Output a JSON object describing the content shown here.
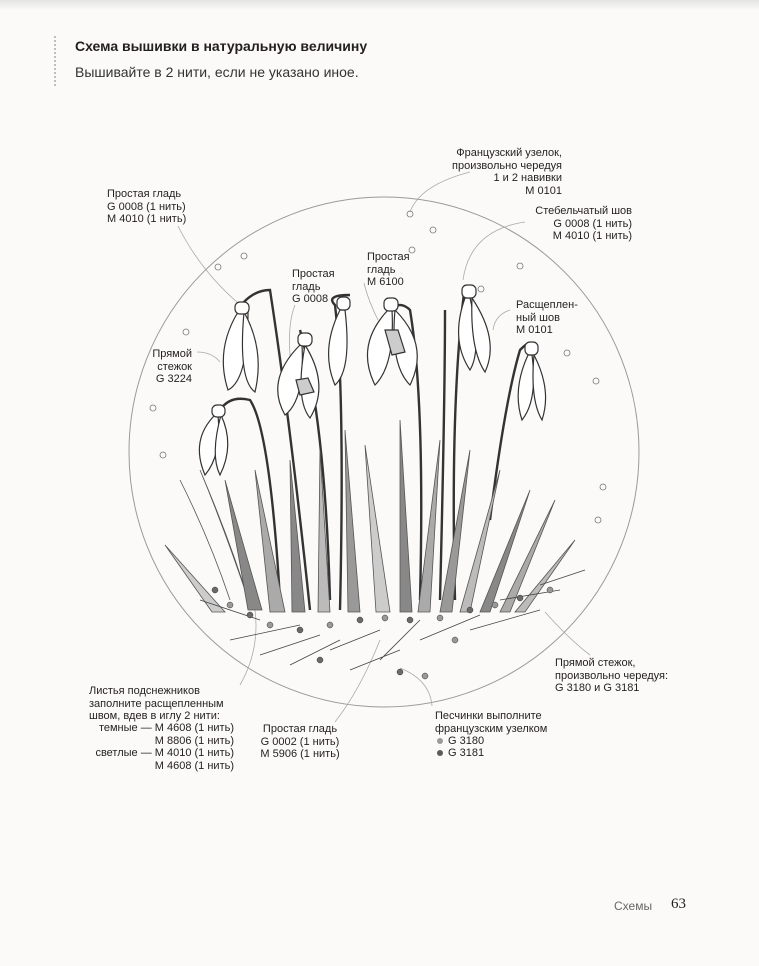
{
  "header": {
    "title": "Схема вышивки в натуральную величину",
    "subtitle": "Вышивайте в 2 нити, если не указано иное."
  },
  "labels": {
    "satin_top_left": "Простая гладь\nG 0008 (1 нить)\nM 4010 (1 нить)",
    "french_knot": "Французский узелок,\nпроизвольно чередуя\n1 и 2 навивки\nM 0101",
    "stem_stitch": "Стебельчатый шов\nG 0008 (1 нить)\nM 4010 (1 нить)",
    "satin_g0008": "Простая\nгладь\nG 0008",
    "satin_m6100": "Простая\nгладь\nM 6100",
    "split_stitch": "Расщеплен-\nный шов\nM 0101",
    "straight_g3224": "Прямой\nстежок\nG 3224",
    "straight_ground": "Прямой стежок,\nпроизвольно чередуя:\nG 3180 и G 3181",
    "leaves": "Листья подснежников\nзаполните расщепленным\nшвом, вдев в иглу 2 нити:",
    "leaves_dark": "темные — M 4608 (1 нить)\nM 8806 (1 нить)",
    "leaves_light": "светлые — M 4010 (1 нить)\nM 4608 (1 нить)",
    "satin_bottom": "Простая гладь\nG 0002 (1 нить)\nM 5906 (1 нить)",
    "sand": "Песчинки выполните\nфранцузским узелком",
    "sand_g3180": "G 3180",
    "sand_g3181": "G 3181"
  },
  "colors": {
    "sand_g3180": "#9a9a9a",
    "sand_g3181": "#5a5a5a"
  },
  "footer": {
    "section": "Схемы",
    "page": "63"
  }
}
